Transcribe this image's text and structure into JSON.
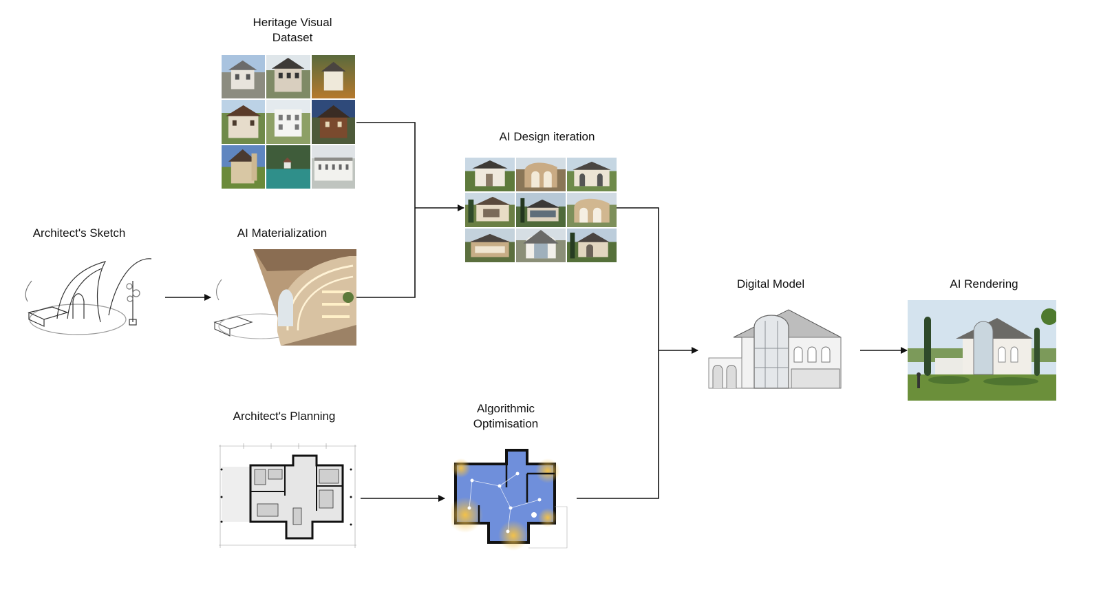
{
  "nodes": {
    "heritage": {
      "label_line1": "Heritage Visual",
      "label_line2": "Dataset"
    },
    "sketch": {
      "label": "Architect's Sketch"
    },
    "materialization": {
      "label": "AI Materialization"
    },
    "design_iteration": {
      "label": "AI Design iteration"
    },
    "planning": {
      "label": "Architect's Planning"
    },
    "optimisation": {
      "label_line1": "Algorithmic",
      "label_line2": "Optimisation"
    },
    "digital_model": {
      "label": "Digital Model"
    },
    "rendering": {
      "label": "AI Rendering"
    }
  },
  "colors": {
    "line": "#111111",
    "heatmap_cool": "#5b7fd6",
    "heatmap_warm": "#f0c040",
    "sky": "#cfe0ee",
    "grass": "#6b8f3a"
  }
}
